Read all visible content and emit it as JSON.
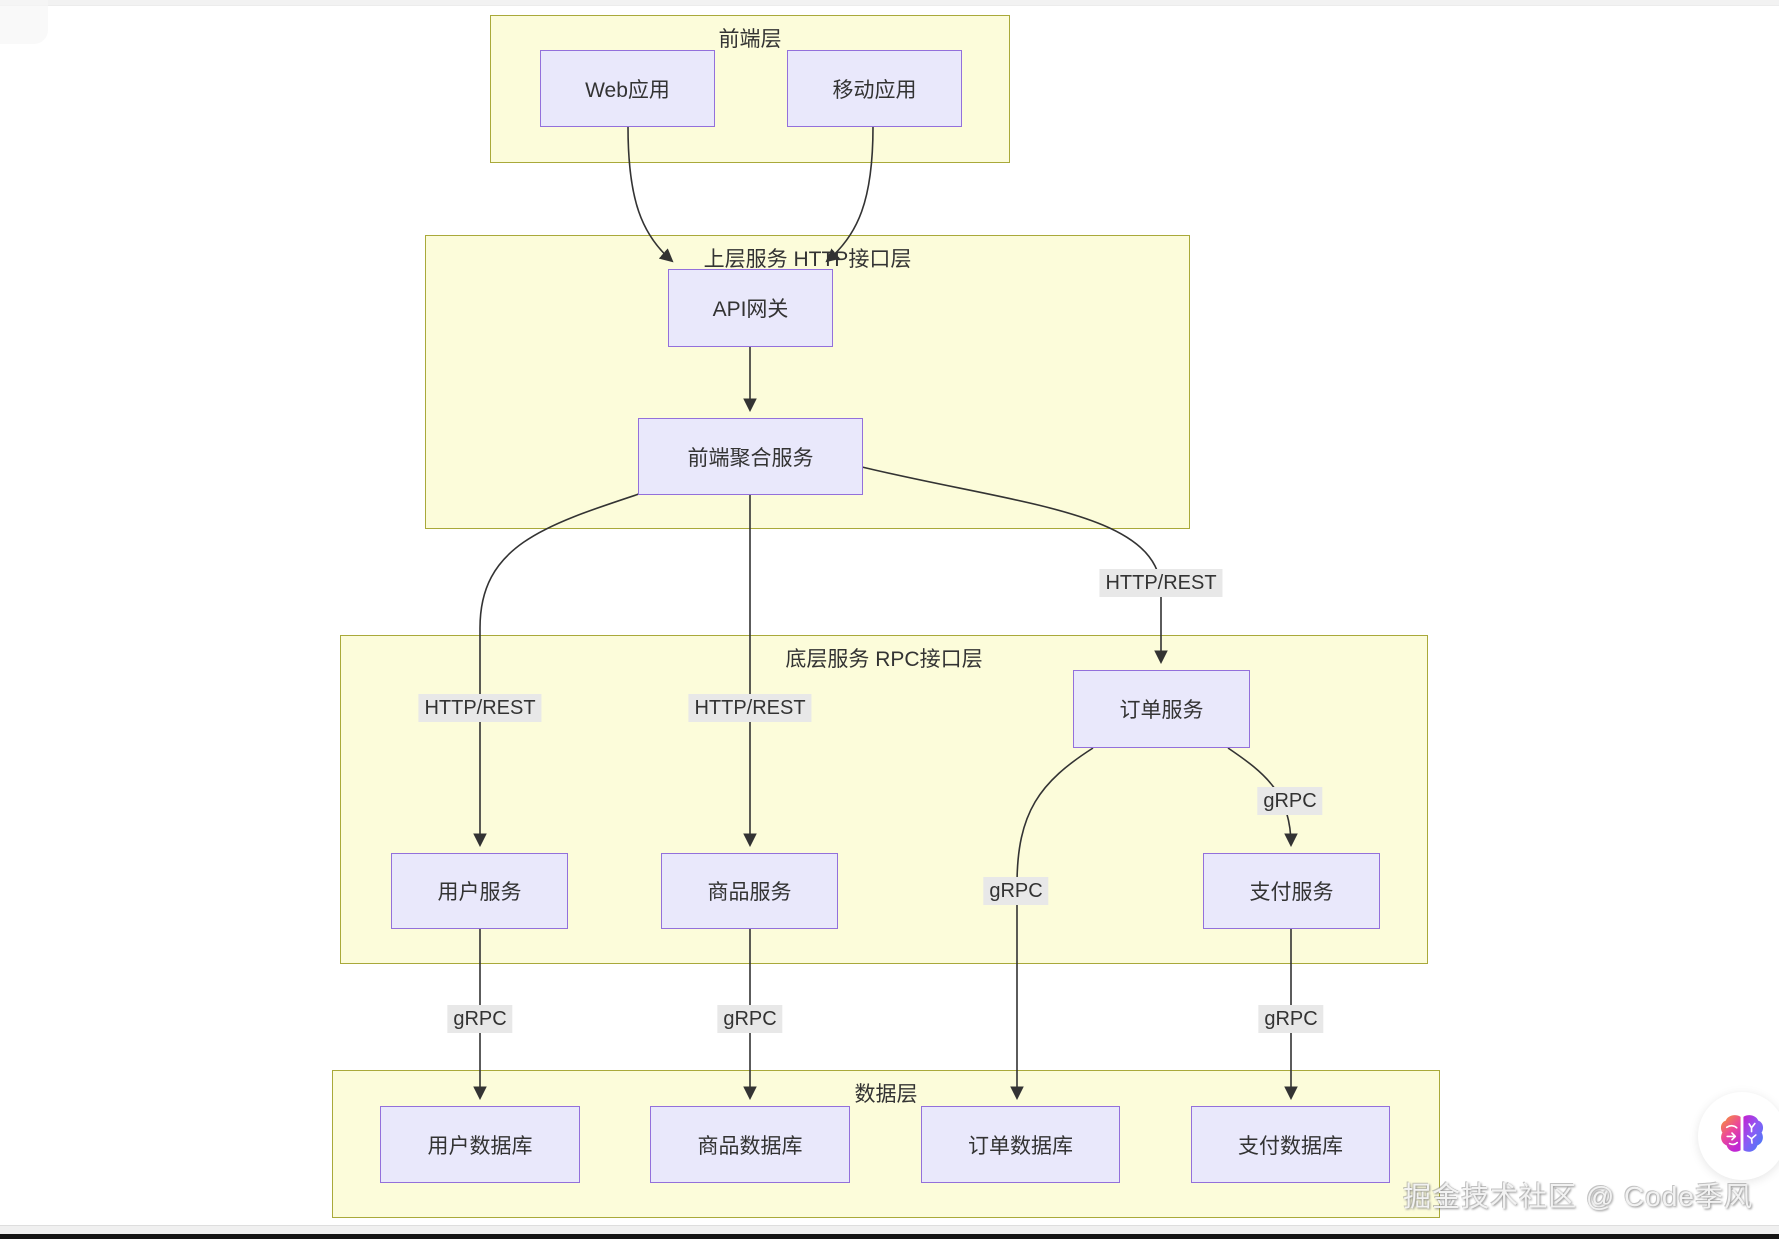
{
  "diagram": {
    "clusters": {
      "frontend": {
        "title": "前端层"
      },
      "upper": {
        "title": "上层服务 HTTP接口层"
      },
      "lower": {
        "title": "底层服务 RPC接口层"
      },
      "data": {
        "title": "数据层"
      }
    },
    "nodes": {
      "web_app": {
        "label": "Web应用"
      },
      "mobile_app": {
        "label": "移动应用"
      },
      "api_gateway": {
        "label": "API网关"
      },
      "frontend_aggregator": {
        "label": "前端聚合服务"
      },
      "order_service": {
        "label": "订单服务"
      },
      "user_service": {
        "label": "用户服务"
      },
      "product_service": {
        "label": "商品服务"
      },
      "payment_service": {
        "label": "支付服务"
      },
      "user_db": {
        "label": "用户数据库"
      },
      "product_db": {
        "label": "商品数据库"
      },
      "order_db": {
        "label": "订单数据库"
      },
      "payment_db": {
        "label": "支付数据库"
      }
    },
    "edge_labels": {
      "http_rest": "HTTP/REST",
      "grpc": "gRPC"
    },
    "colors": {
      "cluster_fill": "#fcfcda",
      "cluster_border": "#a9a93a",
      "node_fill": "#e9e8fb",
      "node_border": "#9370db",
      "edge": "#333333",
      "edge_label_bg": "#e8e8e8",
      "text": "#333333"
    }
  },
  "chrome": {
    "watermark": "掘金技术社区 @ Code季风",
    "logo_icon": "brain-logo"
  }
}
